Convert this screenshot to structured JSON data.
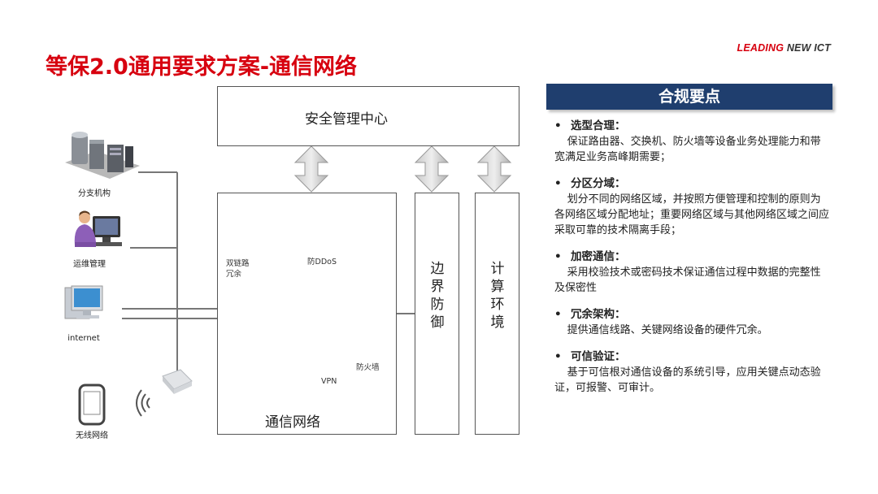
{
  "title": "等保2.0通用要求方案-通信网络",
  "brand": {
    "part1": "LEADING",
    "part2": " NEW ICT"
  },
  "diagram": {
    "security_center": "安全管理中心",
    "comm_network": "通信网络",
    "border_defense": [
      "边",
      "界",
      "防",
      "御"
    ],
    "compute_env": [
      "计",
      "算",
      "环",
      "境"
    ],
    "dual_link": [
      "双链路",
      "冗余"
    ],
    "ddos_label": "防DDoS",
    "vpn_label": "VPN",
    "firewall_label": "防火墙",
    "branch_label": "分支机构",
    "ops_label": "运维管理",
    "internet_label": "internet",
    "wireless_label": "无线网络"
  },
  "panel": {
    "heading": "合规要点",
    "bullet": "•",
    "items": [
      {
        "head": "选型合理：",
        "body": "保证路由器、交换机、防火墙等设备业务处理能力和带宽满足业务高峰期需要；"
      },
      {
        "head": "分区分域：",
        "body": "划分不同的网络区域，并按照方便管理和控制的原则为各网络区域分配地址；重要网络区域与其他网络区域之间应采取可靠的技术隔离手段；"
      },
      {
        "head": "加密通信：",
        "body": "采用校验技术或密码技术保证通信过程中数据的完整性及保密性"
      },
      {
        "head": "冗余架构：",
        "body": "提供通信线路、关键网络设备的硬件冗余。"
      },
      {
        "head": "可信验证：",
        "body": "基于可信根对通信设备的系统引导，应用关键点动态验证，可报警、可审计。"
      }
    ]
  }
}
